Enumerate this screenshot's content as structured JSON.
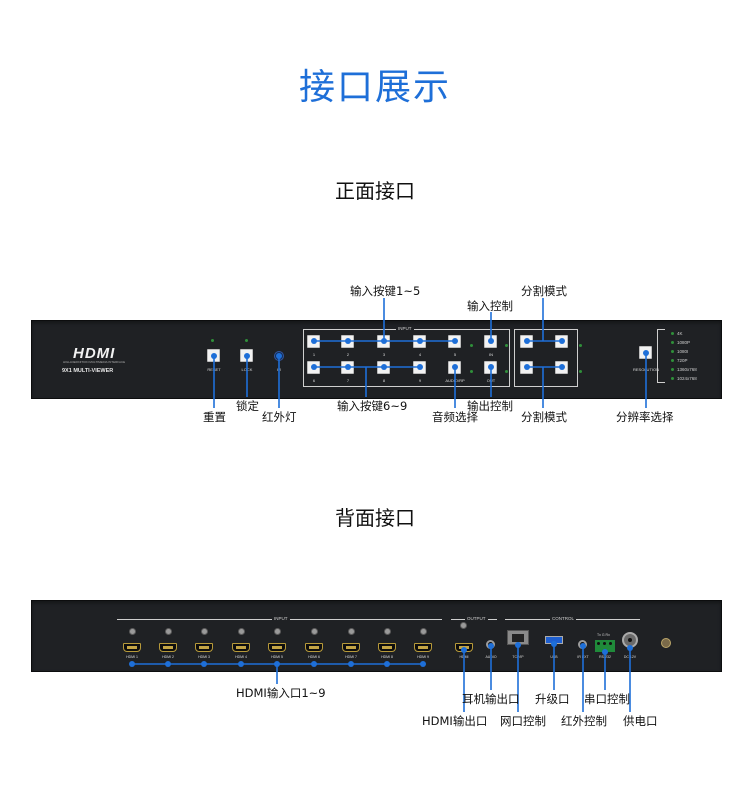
{
  "title": "接口展示",
  "front_heading": "正面接口",
  "back_heading": "背面接口",
  "accent_color": "#1e6fd8",
  "front": {
    "logo": "HDMI",
    "logo_sub": "HIGH-DEFINITION MULTIMEDIA INTERFACE",
    "model": "9X1 MULTI-VIEWER",
    "input_group_label": "INPUT",
    "buttons": {
      "reset": "RESET",
      "lock": "LOCK",
      "ir": "IR",
      "in1": "1",
      "in2": "2",
      "in3": "3",
      "in4": "4",
      "in5": "5",
      "in6": "6",
      "in7": "7",
      "in8": "8",
      "in9": "9",
      "in": "IN",
      "audio": "AUDIO/RP",
      "out": "OUT",
      "resolution": "RESOLUTION"
    },
    "resolutions": [
      "4K",
      "1080P",
      "1080I",
      "720P",
      "1360x768",
      "1024x768"
    ]
  },
  "back": {
    "input_label": "INPUT",
    "output_label": "OUTPUT",
    "control_label": "CONTROL",
    "hdmi_inputs": [
      "HDMI 1",
      "HDMI 2",
      "HDMI 3",
      "HDMI 4",
      "HDMI 5",
      "HDMI 6",
      "HDMI 7",
      "HDMI 8",
      "HDMI 9"
    ],
    "hdmi_out": "HDMI",
    "audio": "AUDIO",
    "tcpip": "TCP/IP",
    "usb": "USB",
    "ir_ext": "IR EXT",
    "rs232": "RS-232",
    "rs232_pins": "Tx G Rx",
    "dc": "DC 12V"
  },
  "callouts": {
    "input_keys_1_5": "输入按键1~5",
    "input_ctrl": "输入控制",
    "split_mode_top": "分割模式",
    "reset": "重置",
    "lock": "锁定",
    "ir_light": "红外灯",
    "input_keys_6_9": "输入按键6~9",
    "output_ctrl": "输出控制",
    "audio_select": "音频选择",
    "split_mode_bottom": "分割模式",
    "resolution_select": "分辨率选择",
    "hdmi_inputs": "HDMI输入口1~9",
    "earphone_out": "耳机输出口",
    "upgrade": "升级口",
    "serial_ctrl": "串口控制",
    "hdmi_out": "HDMI输出口",
    "network_ctrl": "网口控制",
    "ir_ctrl": "红外控制",
    "power": "供电口"
  }
}
